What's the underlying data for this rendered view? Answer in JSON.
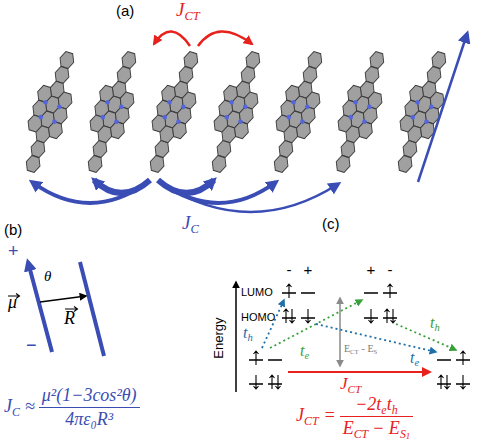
{
  "diagram": {
    "labels": [
      "(a)",
      "J",
      "CT",
      "J",
      "C",
      "(b)",
      "+",
      "θ",
      "μ",
      "R",
      "−",
      "J",
      "C",
      "≈",
      "μ²(1−3cos²θ)",
      "4πε₀R³",
      "(c)",
      "Energy",
      "LUMO",
      "HOMO",
      "-",
      "+",
      "+",
      "-",
      "t",
      "h",
      "t",
      "e",
      "t",
      "e",
      "t",
      "h",
      "E",
      "CT",
      "- E",
      "S",
      "J",
      "CT",
      "J",
      "CT",
      "=",
      "−2t",
      "e",
      "t",
      "h",
      "E",
      "CT",
      "− E",
      "S",
      "1"
    ]
  }
}
